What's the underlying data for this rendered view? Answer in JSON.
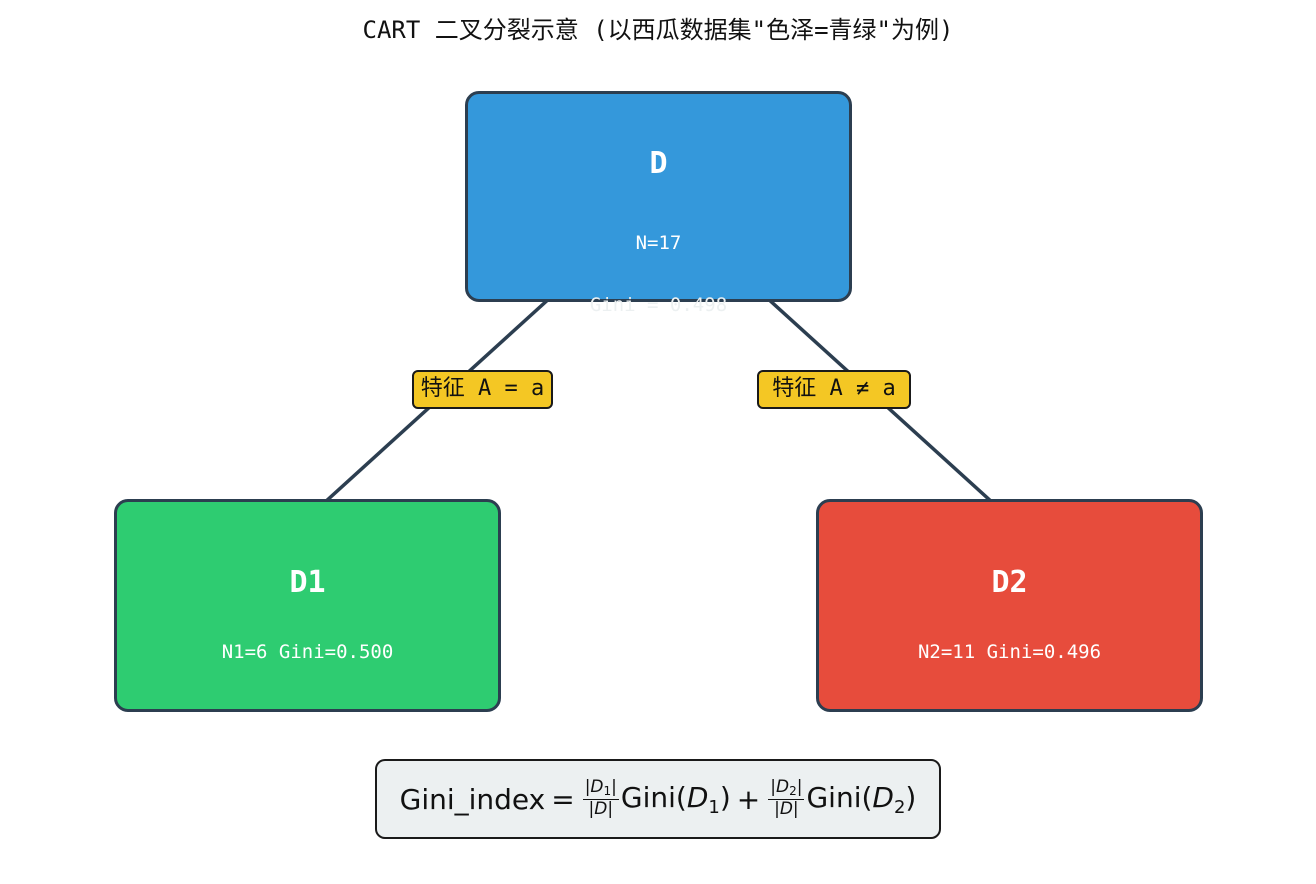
{
  "title": "CART 二叉分裂示意 (以西瓜数据集\"色泽=青绿\"为例)",
  "colors": {
    "root_fill": "#3498db",
    "left_fill": "#2ecc71",
    "right_fill": "#e74c3c",
    "border": "#2c3e50",
    "edge_label_fill": "#f4c724",
    "formula_box_fill": "#ecf0f1"
  },
  "nodes": {
    "root": {
      "name": "D",
      "n_label": "N=17",
      "gini_label": "Gini = 0.498"
    },
    "left": {
      "name": "D1",
      "stat_label": "N1=6  Gini=0.500"
    },
    "right": {
      "name": "D2",
      "stat_label": "N2=11  Gini=0.496"
    }
  },
  "edges": {
    "left_label": "特征 A = a",
    "right_label": "特征 A ≠ a"
  },
  "formula": {
    "lhs": "Gini_index",
    "eq": "=",
    "d1_num": "|D",
    "d1_sub": "1",
    "d1_num_end": "|",
    "den": "|D|",
    "gini1_fn": "Gini(",
    "gini1_var": "D",
    "gini1_sub": "1",
    "gini1_close": ")",
    "plus": "+",
    "d2_num": "|D",
    "d2_sub": "2",
    "d2_num_end": "|",
    "gini2_fn": "Gini(",
    "gini2_var": "D",
    "gini2_sub": "2",
    "gini2_close": ")"
  }
}
